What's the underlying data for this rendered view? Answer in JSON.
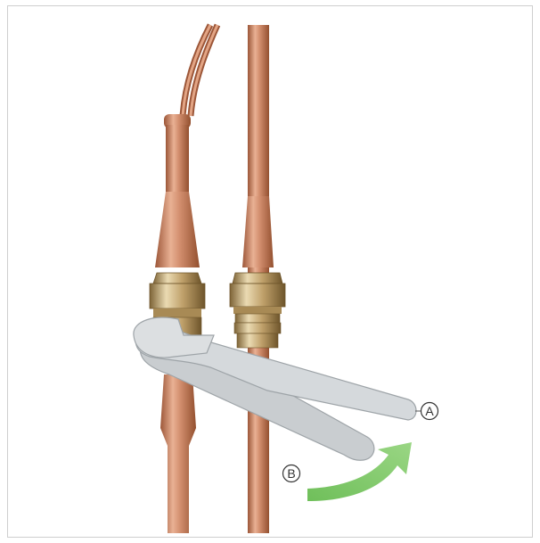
{
  "callouts": {
    "a": {
      "letter": "A"
    },
    "b": {
      "letter": "B"
    }
  },
  "colors": {
    "copper_light": "#e6a98a",
    "copper_mid": "#c77f5f",
    "copper_dark": "#9c5638",
    "brass_light": "#e7d3a7",
    "brass_mid": "#bfa06a",
    "brass_dark": "#7e6437",
    "wrench_face": "#cfd3d6",
    "wrench_edge": "#9ea4a8",
    "arrow_green": "#7fc66a",
    "frame_border": "#cfcfcf"
  },
  "parts": {
    "pipes": [
      "small-bundle-pipes",
      "left-pipe",
      "right-pipe"
    ],
    "nuts": [
      "left-flare-nut",
      "right-flare-nut"
    ],
    "tools": [
      "wrench-a",
      "wrench-b"
    ],
    "indicators": [
      "rotation-arrow"
    ]
  }
}
